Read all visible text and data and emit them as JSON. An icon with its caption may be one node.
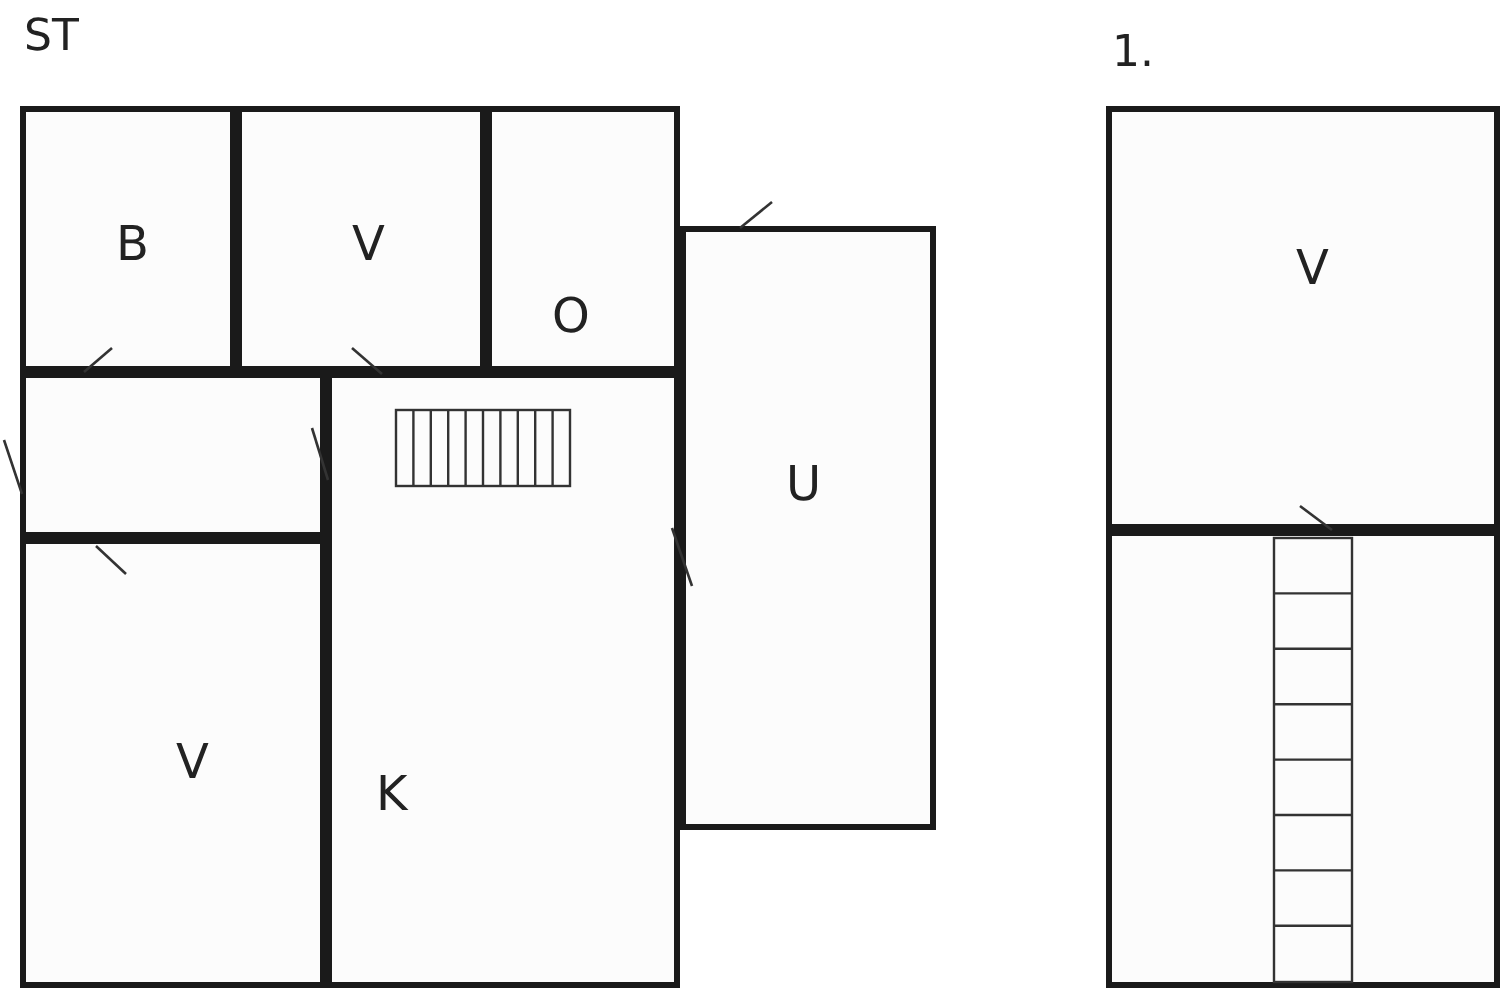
{
  "diagram": {
    "nodes": [
      {
        "text": [
          "B"
        ]
      },
      {
        "text": [
          "V"
        ]
      },
      {
        "text": [
          "O"
        ]
      },
      {
        "text": [],
        "shape": "box"
      },
      {
        "text": [
          "U"
        ]
      },
      {
        "text": [
          "V"
        ]
      },
      {
        "text": [
          "K"
        ]
      },
      {
        "text": [
          "V"
        ]
      },
      {
        "text": [],
        "shape": "box"
      }
    ],
    "labels": [
      "ST",
      "1."
    ]
  }
}
